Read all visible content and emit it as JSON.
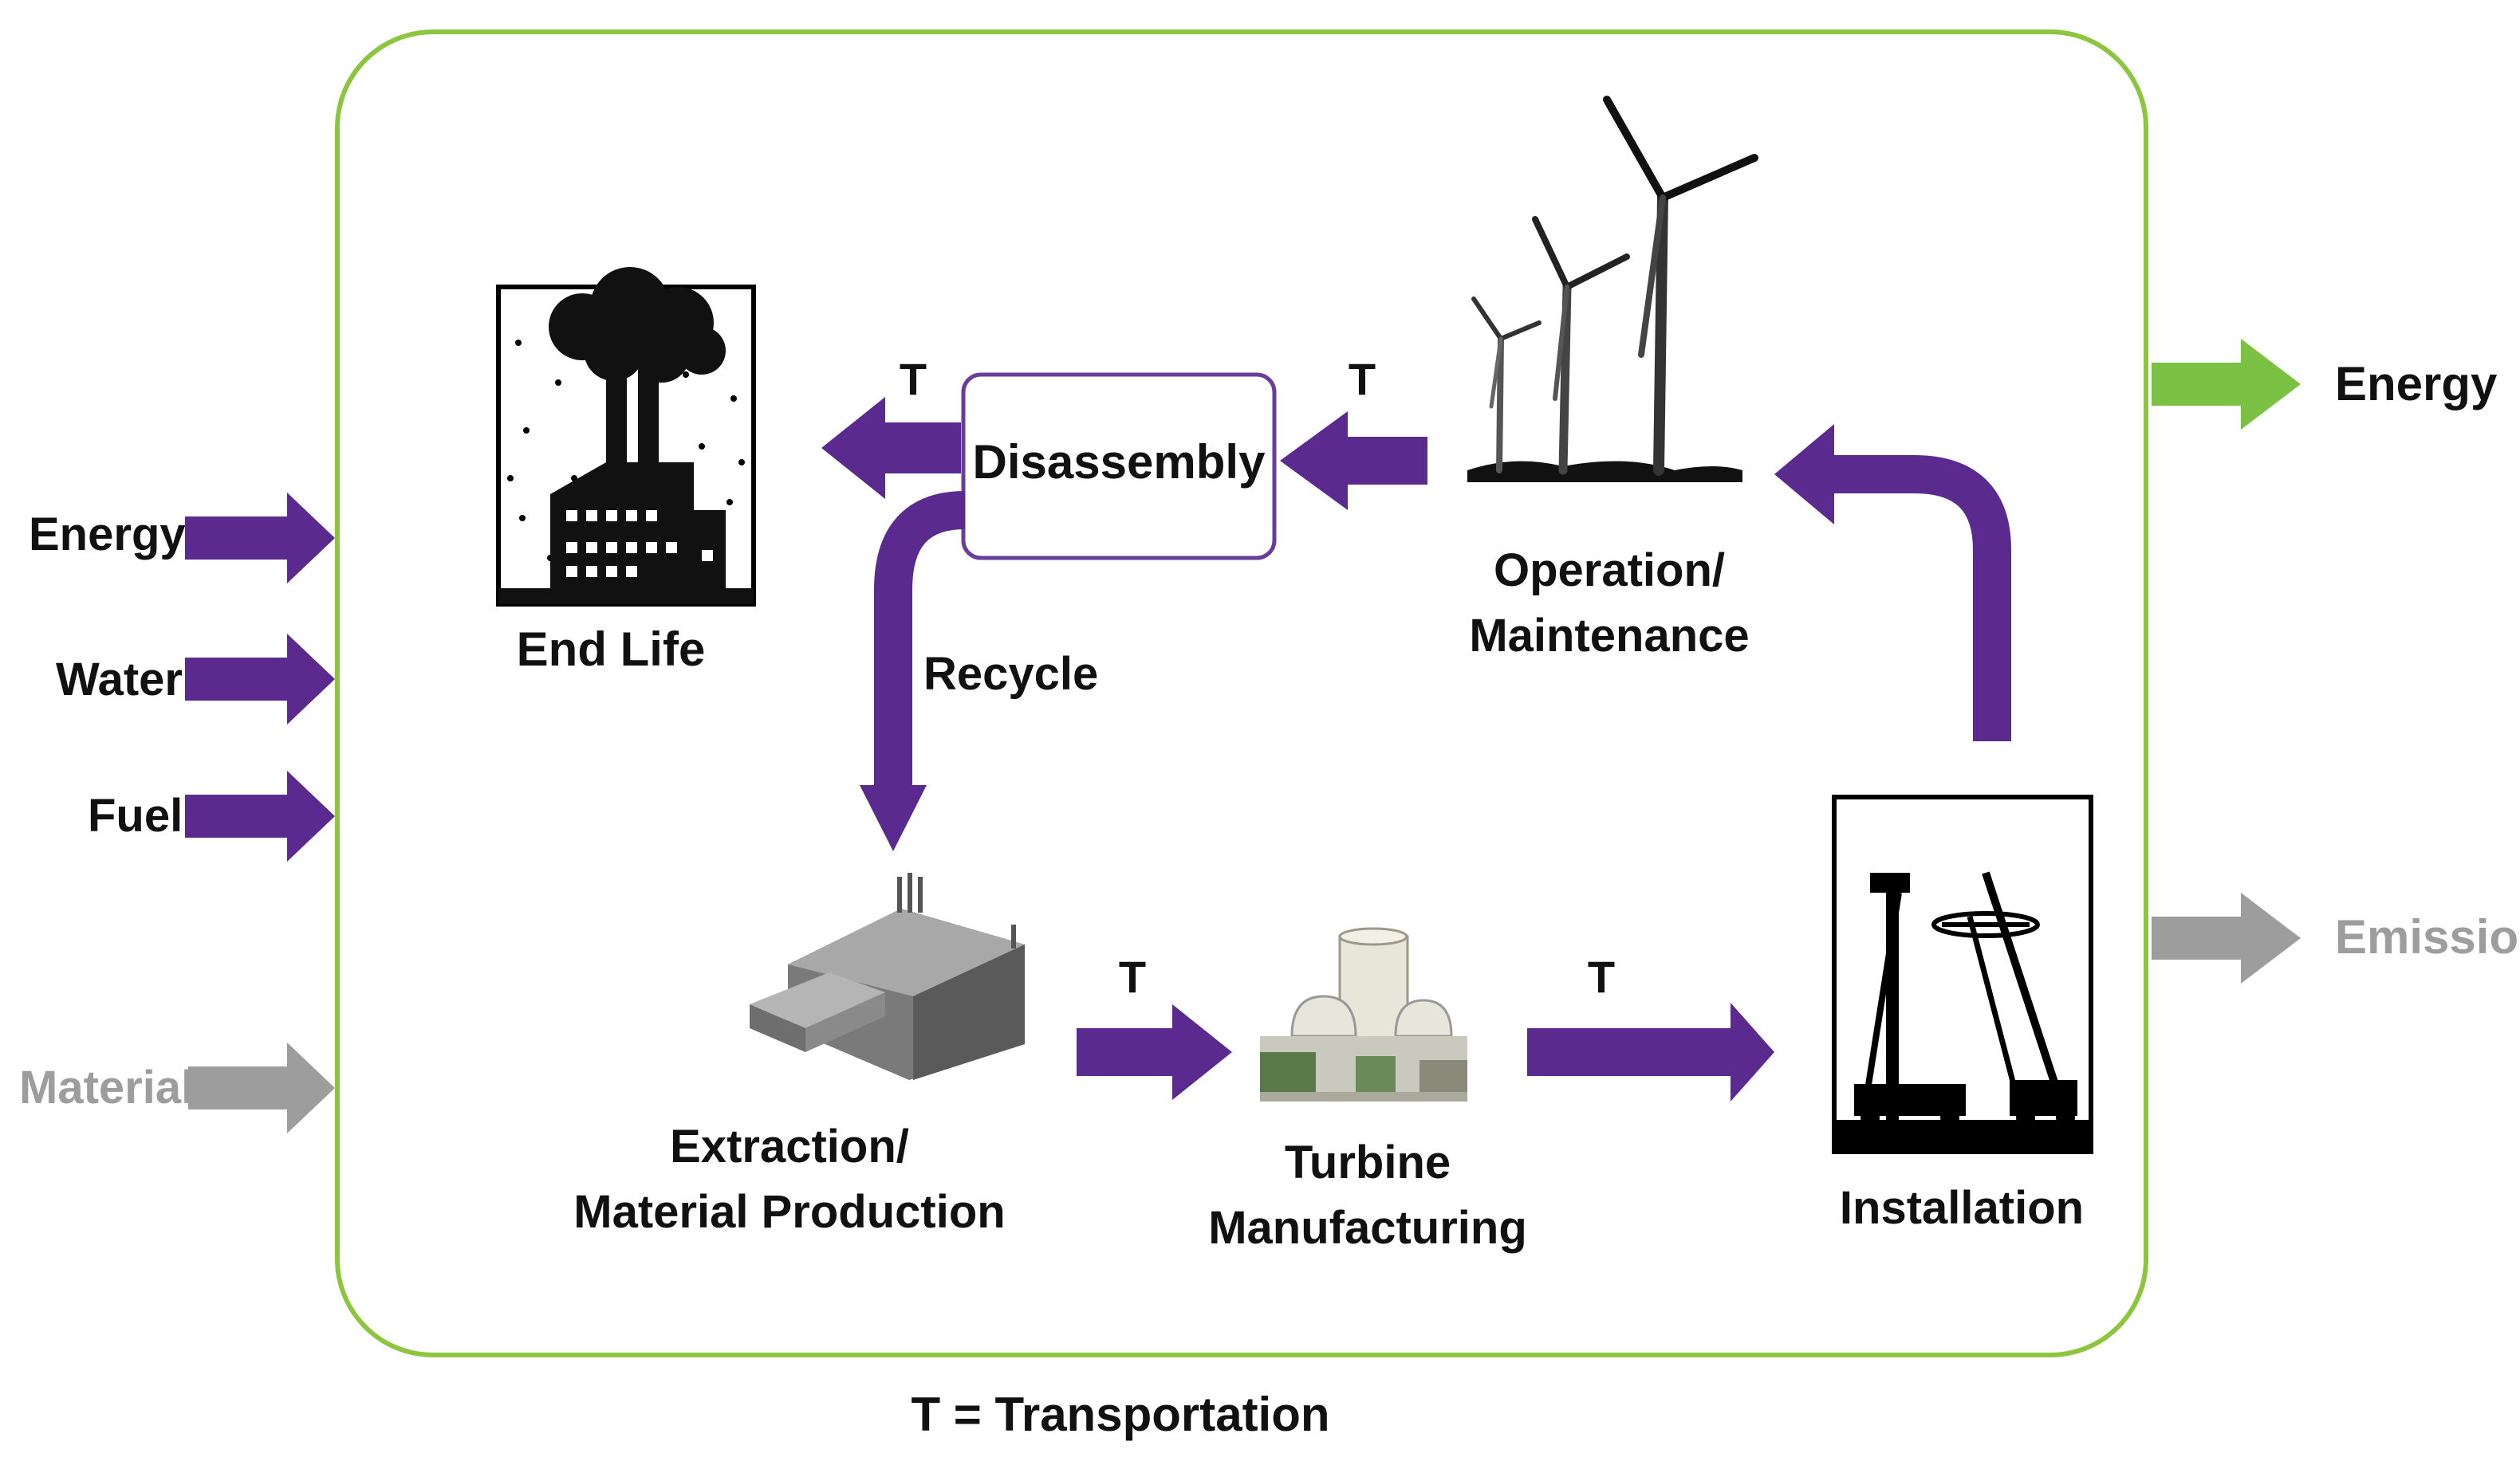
{
  "colors": {
    "purple": "#5b2a8e",
    "green_border": "#8cc63f",
    "green_arrow": "#7bc143",
    "grey": "#9d9d9d",
    "text": "#111111"
  },
  "inputs": {
    "energy": "Energy",
    "water": "Water",
    "fuel": "Fuel",
    "material": "Material"
  },
  "outputs": {
    "energy": "Energy",
    "emission": "Emission"
  },
  "stages": {
    "end_life": "End Life",
    "disassembly": "Disassembly",
    "recycle": "Recycle",
    "operation_line1": "Operation/",
    "operation_line2": "Maintenance",
    "extraction_line1": "Extraction/",
    "extraction_line2": "Material Production",
    "turbine_line1": "Turbine",
    "turbine_line2": "Manufacturing",
    "installation": "Installation"
  },
  "transport_marker": "T",
  "legend": "T = Transportation",
  "icons": {
    "end_life": "smokestack-factory-icon",
    "operation": "wind-turbines-icon",
    "extraction": "industrial-building-icon",
    "turbine": "manufacturing-plant-icon",
    "installation": "crane-icon"
  }
}
